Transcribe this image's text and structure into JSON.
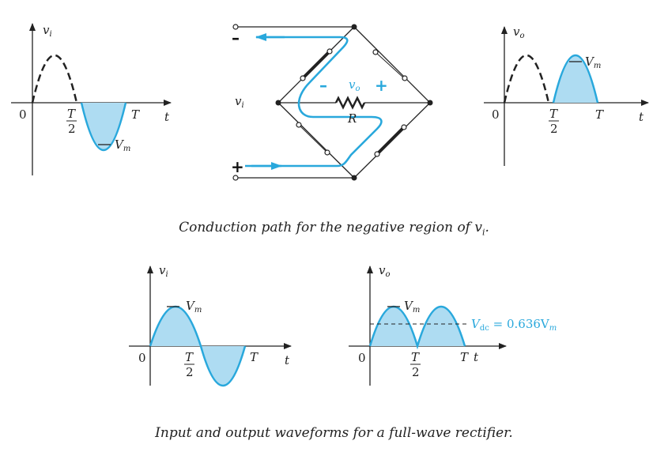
{
  "colors": {
    "accent": "#29a8dc",
    "fill": "#aedcf2",
    "ink": "#222222"
  },
  "labels": {
    "vi": "v",
    "vi_sub": "i",
    "vo": "v",
    "vo_sub": "o",
    "t": "t",
    "T": "T",
    "zero": "0",
    "half_num": "T",
    "half_den": "2",
    "Vm": "V",
    "Vm_sub": "m",
    "R": "R",
    "minus": "–",
    "plus": "+",
    "vdc_lhs": "V",
    "vdc_sub": "dc",
    "vdc_rhs": " = 0.636V",
    "vdc_rhs_sub": "m"
  },
  "captions": {
    "top": "Conduction path for the negative region of v",
    "top_sub": "i",
    "top_end": ".",
    "bottom": "Input and output waveforms for a full-wave rectifier."
  }
}
